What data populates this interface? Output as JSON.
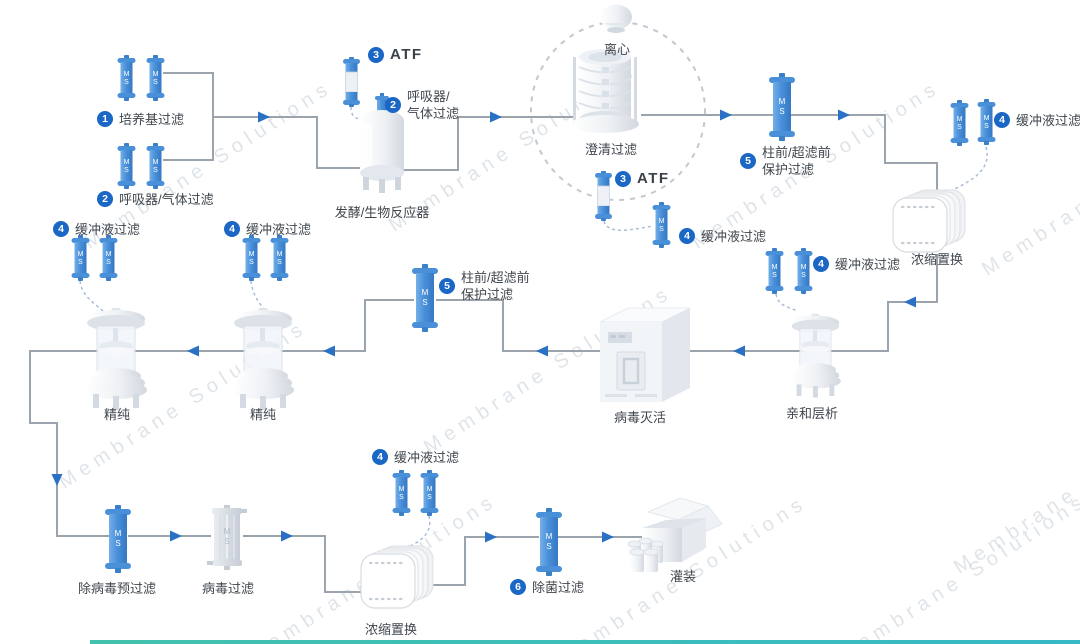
{
  "watermark": "Membrane Solutions",
  "ms": {
    "m": "M",
    "s": "S"
  },
  "colors": {
    "accent_blue": "#4a90d9",
    "arrow_blue": "#2a70c5",
    "badge_blue": "#1a67c5",
    "line_gray": "#9ba3ac",
    "teal_bar": "#3fc0b5"
  },
  "steps": {
    "media": {
      "num": "1",
      "label": "培养基过滤"
    },
    "vent_top": {
      "num": "2",
      "label": "呼吸器/气体过滤"
    },
    "atf_top": {
      "num": "3",
      "label": "ATF"
    },
    "vent_tank": {
      "num": "2",
      "line1": "呼吸器/",
      "line2": "气体过滤"
    },
    "fermenter": {
      "label": "发酵/生物反应器"
    },
    "centrifuge": {
      "label": "离心"
    },
    "clarification": {
      "label": "澄清过滤"
    },
    "atf_mid": {
      "num": "3",
      "label": "ATF"
    },
    "buffer_centrifuge": {
      "num": "4",
      "label": "缓冲液过滤"
    },
    "guard_top": {
      "num": "5",
      "line1": "柱前/超滤前",
      "line2": "保护过滤"
    },
    "buffer_right": {
      "num": "4",
      "label": "缓冲液过滤"
    },
    "conc_top": {
      "label": "浓缩置换"
    },
    "buffer_affinity": {
      "num": "4",
      "label": "缓冲液过滤"
    },
    "affinity": {
      "label": "亲和层析"
    },
    "virus_inactivation": {
      "label": "病毒灭活"
    },
    "guard_mid": {
      "num": "5",
      "line1": "柱前/超滤前",
      "line2": "保护过滤"
    },
    "buffer_polish1": {
      "num": "4",
      "label": "缓冲液过滤"
    },
    "buffer_polish2": {
      "num": "4",
      "label": "缓冲液过滤"
    },
    "polish1": {
      "label": "精纯"
    },
    "polish2": {
      "label": "精纯"
    },
    "virus_prefilter": {
      "label": "除病毒预过滤"
    },
    "virus_filter": {
      "label": "病毒过滤"
    },
    "buffer_bottom": {
      "num": "4",
      "label": "缓冲液过滤"
    },
    "conc_bottom": {
      "label": "浓缩置换"
    },
    "sterile": {
      "num": "6",
      "label": "除菌过滤"
    },
    "filling": {
      "label": "灌装"
    }
  }
}
